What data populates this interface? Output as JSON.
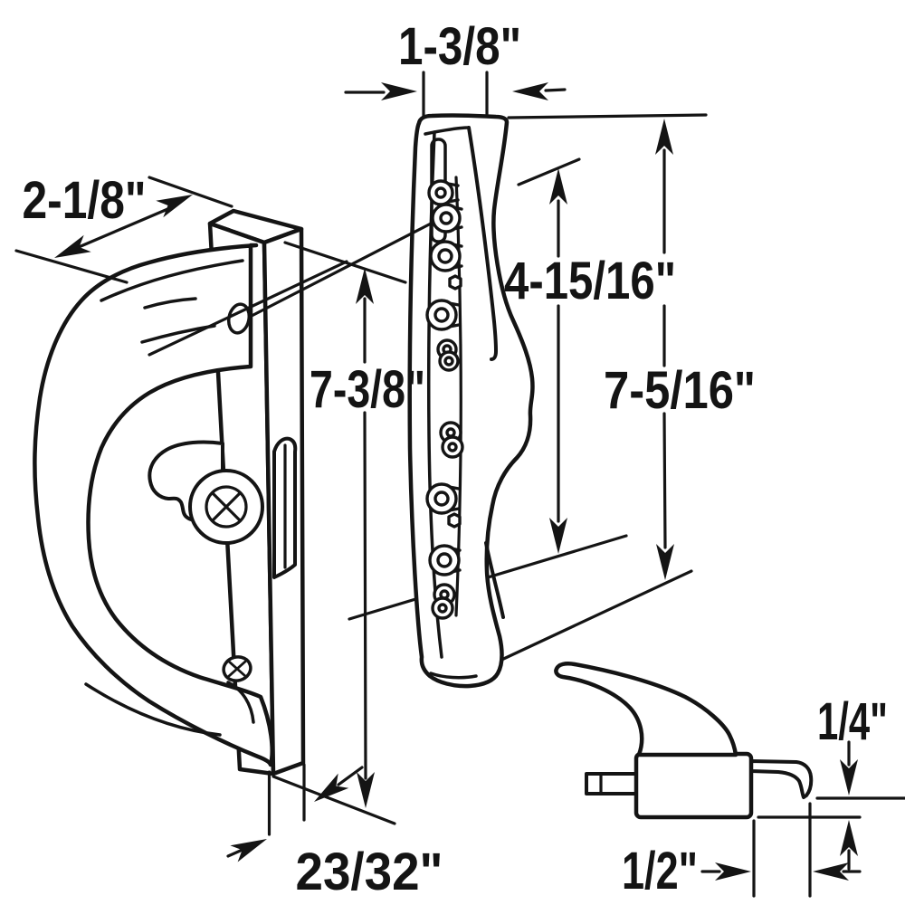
{
  "figure": {
    "type": "technical-line-drawing",
    "subject": "sliding door handle set with dimensions",
    "background_color": "#ffffff",
    "ink_color": "#141414"
  },
  "dims": {
    "top_width": "1-3/8\"",
    "handle_depth": "2-1/8\"",
    "plate_height": "7-3/8\"",
    "screw_span": "4-15/16\"",
    "side_height": "7-5/16\"",
    "plate_thickness": "23/32\"",
    "hook_rise": "1/4\"",
    "hook_length": "1/2\""
  }
}
